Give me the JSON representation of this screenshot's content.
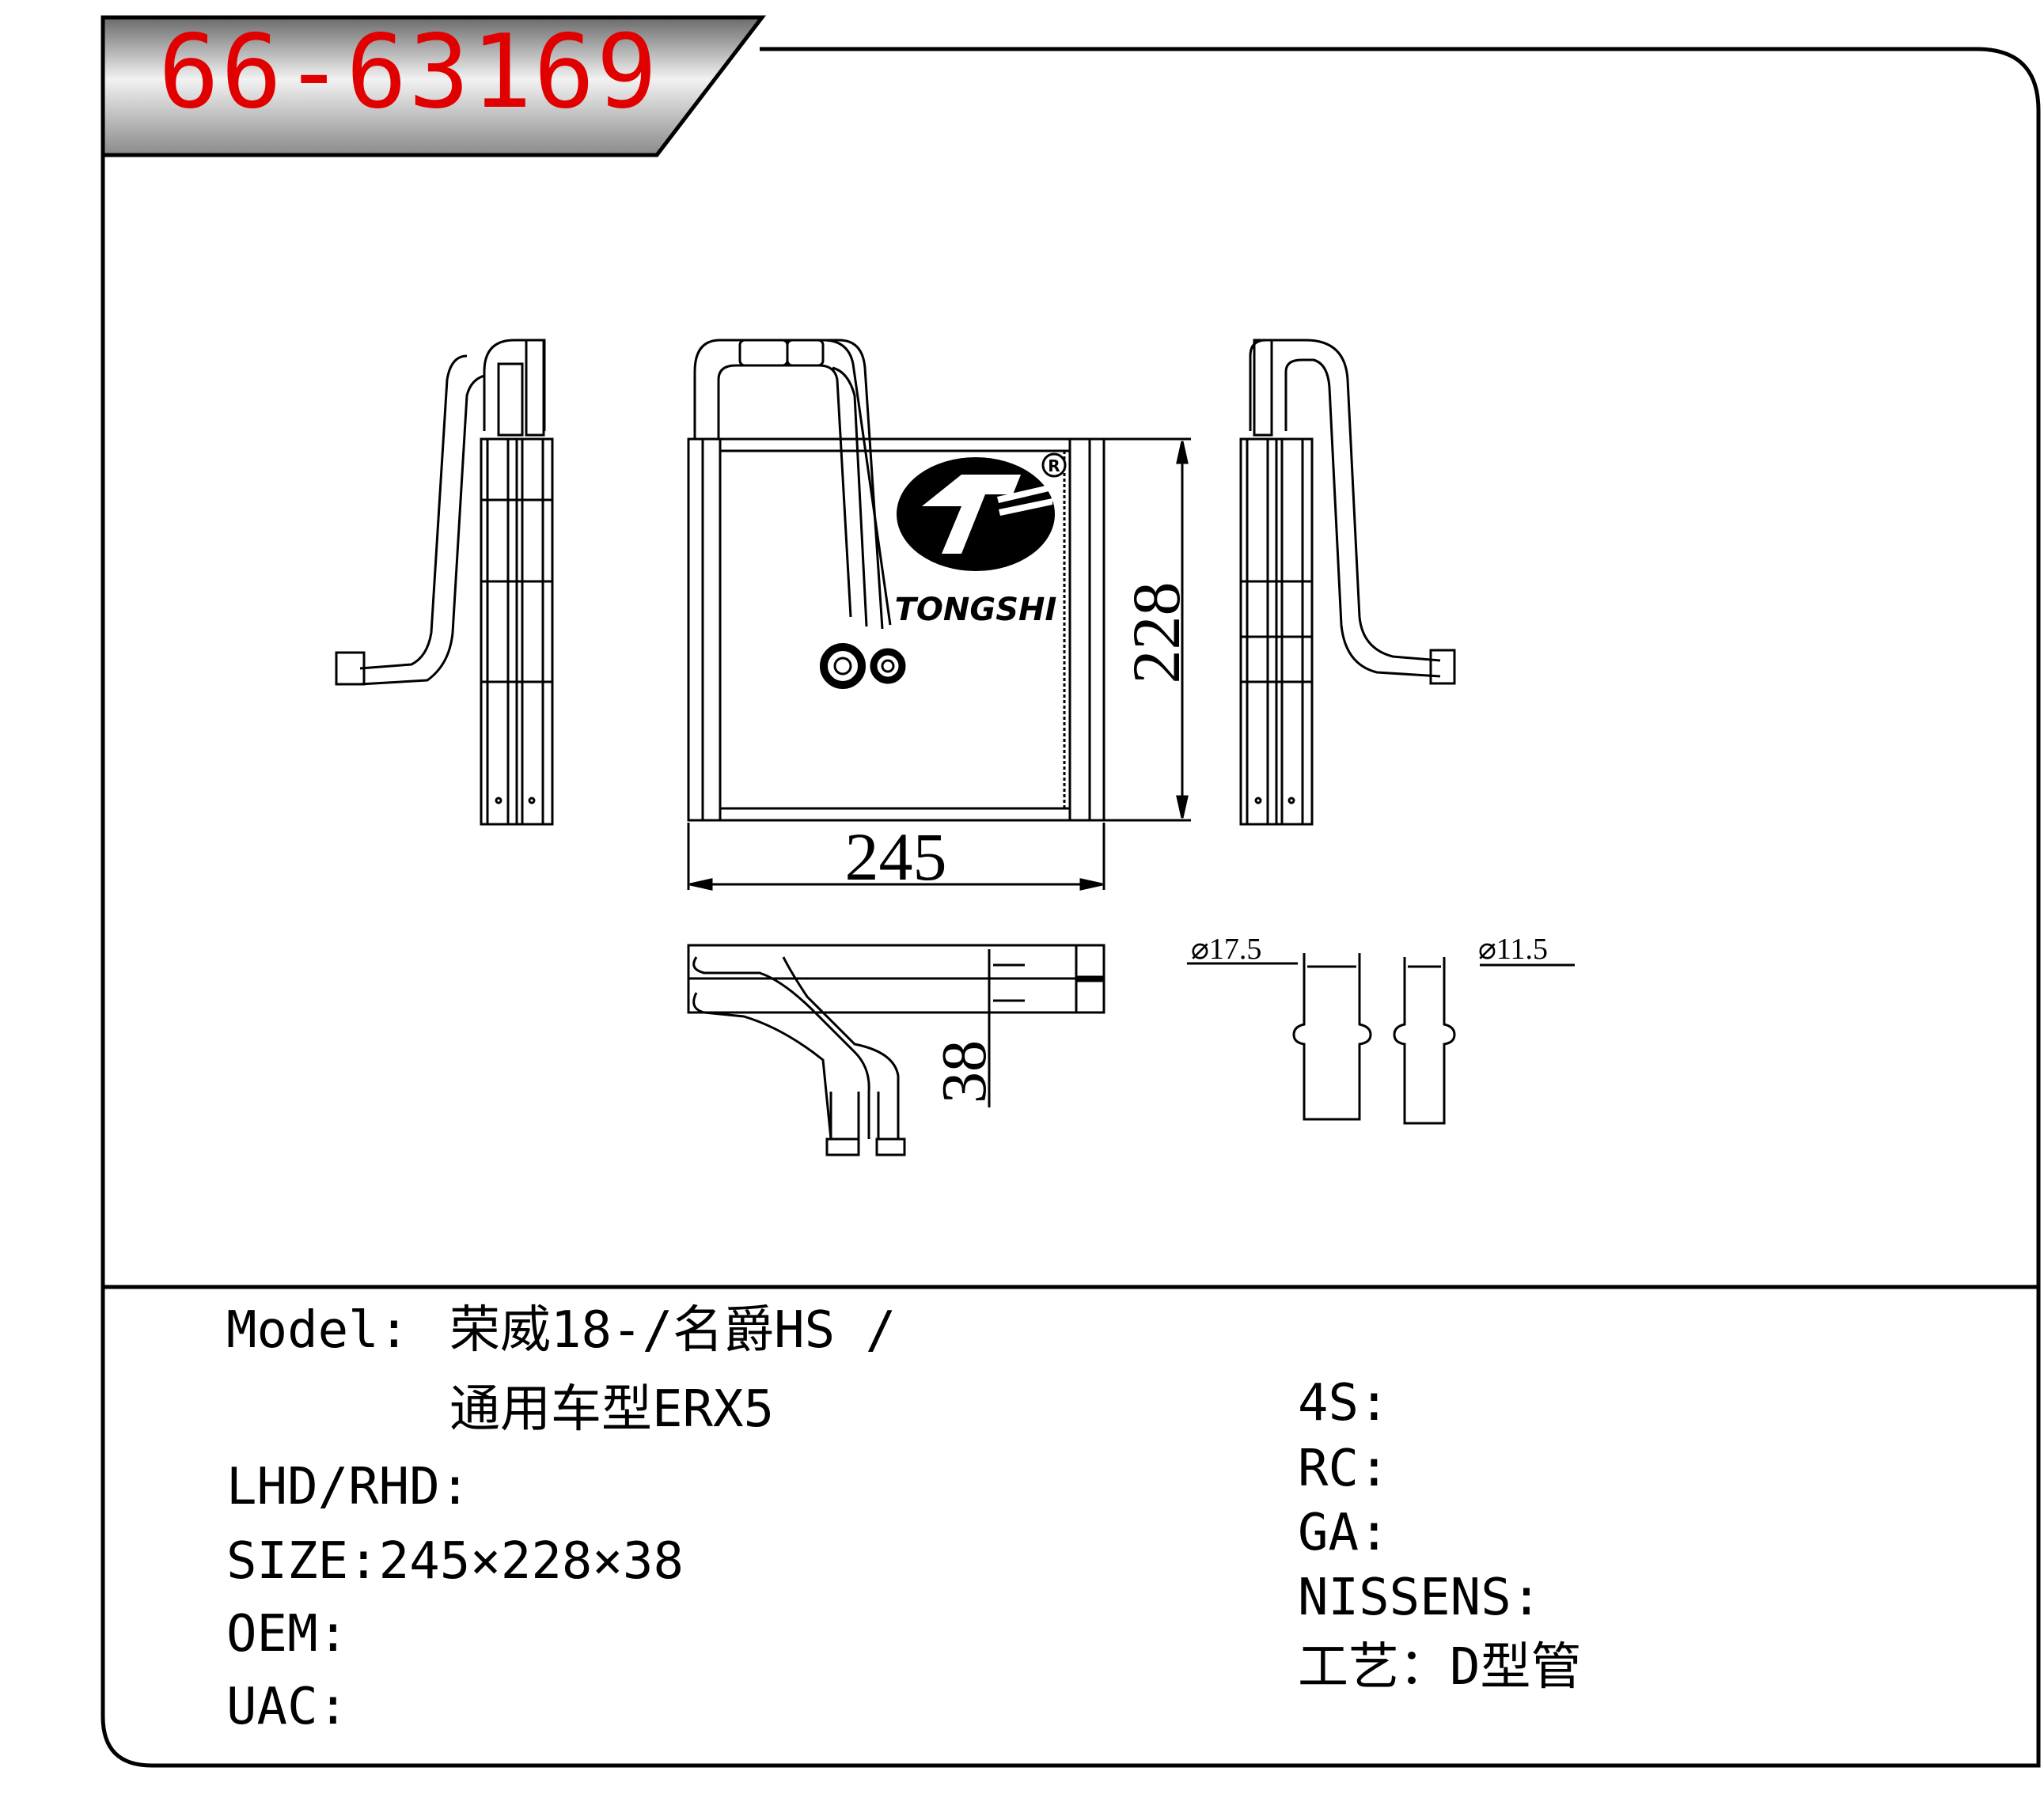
{
  "part_number": "66-63169",
  "brand": {
    "name": "TONGSHI",
    "registered_mark": "R"
  },
  "dimensions": {
    "width": "245",
    "height": "228",
    "depth": "38"
  },
  "pipes": {
    "inlet": "⌀17.5",
    "outlet": "⌀11.5"
  },
  "specs_left": {
    "model_label": "Model:",
    "model_line1": "荣威18-/名爵HS /",
    "model_line2": "通用车型ERX5",
    "lhd_rhd": "LHD/RHD:",
    "size": "SIZE:245×228×38",
    "oem": "OEM:",
    "uac": "UAC:"
  },
  "specs_right": {
    "four_s": "4S:",
    "rc": "RC:",
    "ga": "GA:",
    "nissens": "NISSENS:",
    "process": "工艺：D型管"
  },
  "colors": {
    "part_number": "#e00000",
    "line": "#000000",
    "banner_gray": "#a8a8a8"
  }
}
